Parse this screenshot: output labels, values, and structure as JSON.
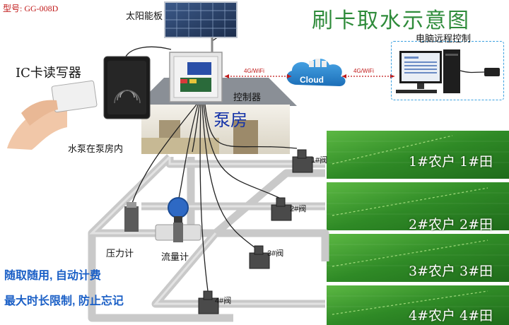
{
  "model": "型号: GG-008D",
  "title": "刷卡取水示意图",
  "labels": {
    "solar_panel": "太阳能板",
    "card_reader": "IC卡读写器",
    "remote_control": "电脑远程控制",
    "controller": "控制器",
    "pump_house": "泵房",
    "pump_inside": "水泵在泵房内",
    "pressure_gauge": "压力计",
    "flow_meter": "流量计",
    "network_left": "4G/WiFi",
    "network_right": "4G/WiFi",
    "cloud": "Cloud"
  },
  "valves": [
    "1#阀",
    "2#阀",
    "3#阀",
    "4#阀"
  ],
  "plots": [
    "1#农户 1#田",
    "2#农户 2#田",
    "3#农户 3#田",
    "4#农户 4#田"
  ],
  "slogans": [
    "随取随用, 自动计费",
    "最大时长限制, 防止忘记"
  ],
  "colors": {
    "title": "#2e8b3a",
    "model": "#c01818",
    "pump_house": "#1533a8",
    "slogan": "#1a5fc6",
    "pipe": "#c8c8c8",
    "field": "#2f8a26",
    "remote_border": "#3aa0e0"
  },
  "icons": [
    "solar-panel-icon",
    "card-reader-icon",
    "ic-card-icon",
    "controller-box-icon",
    "cloud-icon",
    "computer-icon",
    "pump-house-icon",
    "pressure-gauge-icon",
    "flow-meter-icon",
    "valve-icon",
    "field-icon"
  ]
}
